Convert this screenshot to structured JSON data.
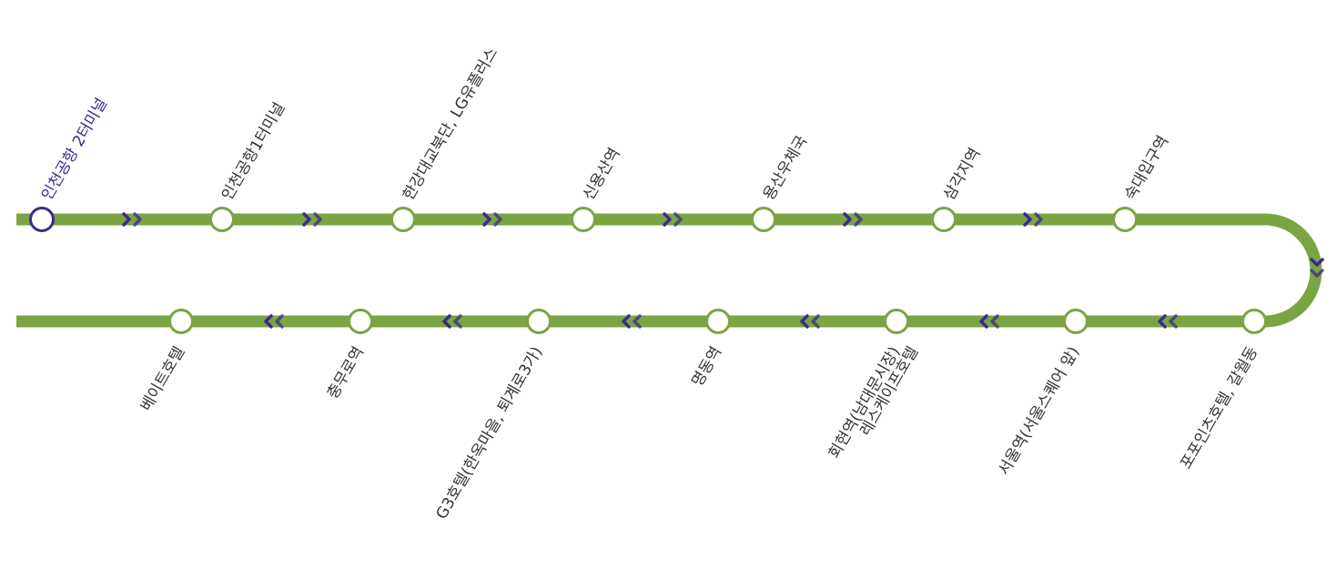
{
  "colors": {
    "line": "#7ba443",
    "current_station": "#3d2a8c",
    "arrow": "#3d2a8c",
    "label": "#333333"
  },
  "route": {
    "outbound_direction_icon": "double-chevron-right-icon",
    "turn_direction_icon": "double-chevron-down-icon",
    "inbound_direction_icon": "double-chevron-left-icon",
    "outbound": [
      {
        "name": "인천공항 2터미널",
        "current": true
      },
      {
        "name": "인천공항1터미널"
      },
      {
        "name": "한강대교북단, LG유플러스"
      },
      {
        "name": "신용산역"
      },
      {
        "name": "용산우체국"
      },
      {
        "name": "삼각지역"
      },
      {
        "name": "숙대입구역"
      }
    ],
    "inbound": [
      {
        "name": "포포인츠호텔, 갈월동"
      },
      {
        "name": "서울역(서울스퀘어 앞)"
      },
      {
        "name": "회현역(남대문시장)",
        "name2": "레스케이프호텔"
      },
      {
        "name": "명동역"
      },
      {
        "name": "G3호텔(한옥마을, 퇴계로3가)"
      },
      {
        "name": "충무로역"
      },
      {
        "name": "베이트호텔"
      }
    ]
  }
}
